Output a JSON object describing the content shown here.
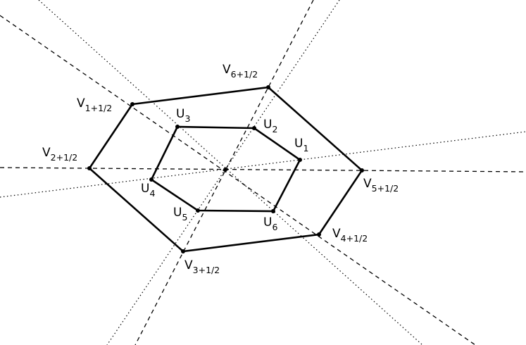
{
  "outer_polygon": {
    "name": "V",
    "vertices": [
      {
        "id": "V1",
        "label": "V",
        "sub": "1+1/2"
      },
      {
        "id": "V6",
        "label": "V",
        "sub": "6+1/2"
      },
      {
        "id": "V5",
        "label": "V",
        "sub": "5+1/2"
      },
      {
        "id": "V4",
        "label": "V",
        "sub": "4+1/2"
      },
      {
        "id": "V3",
        "label": "V",
        "sub": "3+1/2"
      },
      {
        "id": "V2",
        "label": "V",
        "sub": "2+1/2"
      }
    ]
  },
  "inner_polygon": {
    "name": "U",
    "vertices": [
      {
        "id": "U3",
        "label": "U",
        "sub": "3"
      },
      {
        "id": "U2",
        "label": "U",
        "sub": "2"
      },
      {
        "id": "U1",
        "label": "U",
        "sub": "1"
      },
      {
        "id": "U6",
        "label": "U",
        "sub": "6"
      },
      {
        "id": "U5",
        "label": "U",
        "sub": "5"
      },
      {
        "id": "U4",
        "label": "U",
        "sub": "4"
      }
    ]
  },
  "line_styles": {
    "through_outer_vertices": "dashed",
    "through_inner_vertices": "dotted"
  },
  "colors": {
    "stroke": "#000000",
    "background": "#ffffff"
  }
}
